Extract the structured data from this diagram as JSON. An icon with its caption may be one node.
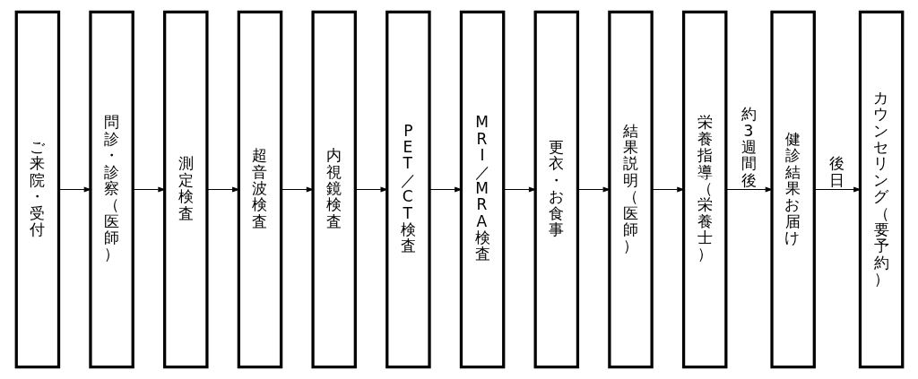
{
  "diagram": {
    "nodes": [
      {
        "text": [
          "ご来院・受付"
        ]
      },
      {
        "text": [
          "問診・診察（医師）"
        ]
      },
      {
        "text": [
          "測定検査"
        ]
      },
      {
        "text": [
          "超音波検査"
        ]
      },
      {
        "text": [
          "内視鏡検査"
        ]
      },
      {
        "text": [
          "PET／CT検査"
        ]
      },
      {
        "text": [
          "MRI／MRA検査"
        ]
      },
      {
        "text": [
          "更衣・お食事"
        ]
      },
      {
        "text": [
          "結果説明（医師）"
        ]
      },
      {
        "text": [
          "栄養指導（栄養士）"
        ]
      },
      {
        "text": [
          "健診結果お届け"
        ]
      },
      {
        "text": [
          "カウンセリング（要予約）"
        ]
      }
    ],
    "edges": [
      {
        "from": 0,
        "to": 1,
        "arrow": "to"
      },
      {
        "from": 1,
        "to": 2,
        "arrow": "to"
      },
      {
        "from": 2,
        "to": 3,
        "arrow": "to"
      },
      {
        "from": 3,
        "to": 4,
        "arrow": "to"
      },
      {
        "from": 4,
        "to": 5,
        "arrow": "to"
      },
      {
        "from": 5,
        "to": 6,
        "arrow": "to"
      },
      {
        "from": 6,
        "to": 7,
        "arrow": "to"
      },
      {
        "from": 7,
        "to": 8,
        "arrow": "to"
      },
      {
        "from": 8,
        "to": 9,
        "arrow": "to"
      },
      {
        "from": 9,
        "to": 10,
        "arrow": "to",
        "label": "約3週間後"
      },
      {
        "from": 10,
        "to": 11,
        "arrow": "to",
        "label": "後日"
      }
    ]
  }
}
